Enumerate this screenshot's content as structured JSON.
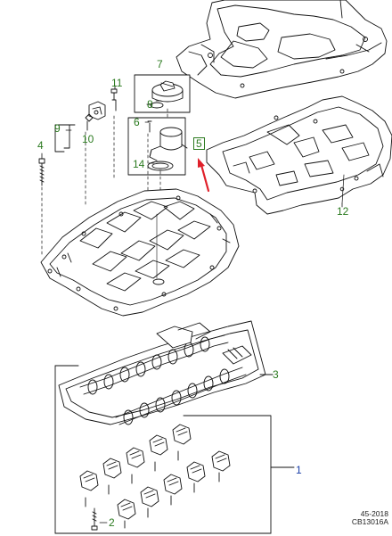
{
  "callouts": {
    "c1": "1",
    "c2": "2",
    "c3": "3",
    "c4": "4",
    "c5": "5",
    "c6": "6",
    "c7": "7",
    "c8": "8",
    "c9": "9",
    "c10": "10",
    "c11": "11",
    "c12": "12",
    "c14": "14"
  },
  "footer": {
    "date": "45-2018",
    "ref": "CB13016A"
  },
  "colors": {
    "callout": "#2b7a1f",
    "callout_blue": "#1a3fa8",
    "arrow": "#e0202a",
    "lines": "#111111"
  }
}
